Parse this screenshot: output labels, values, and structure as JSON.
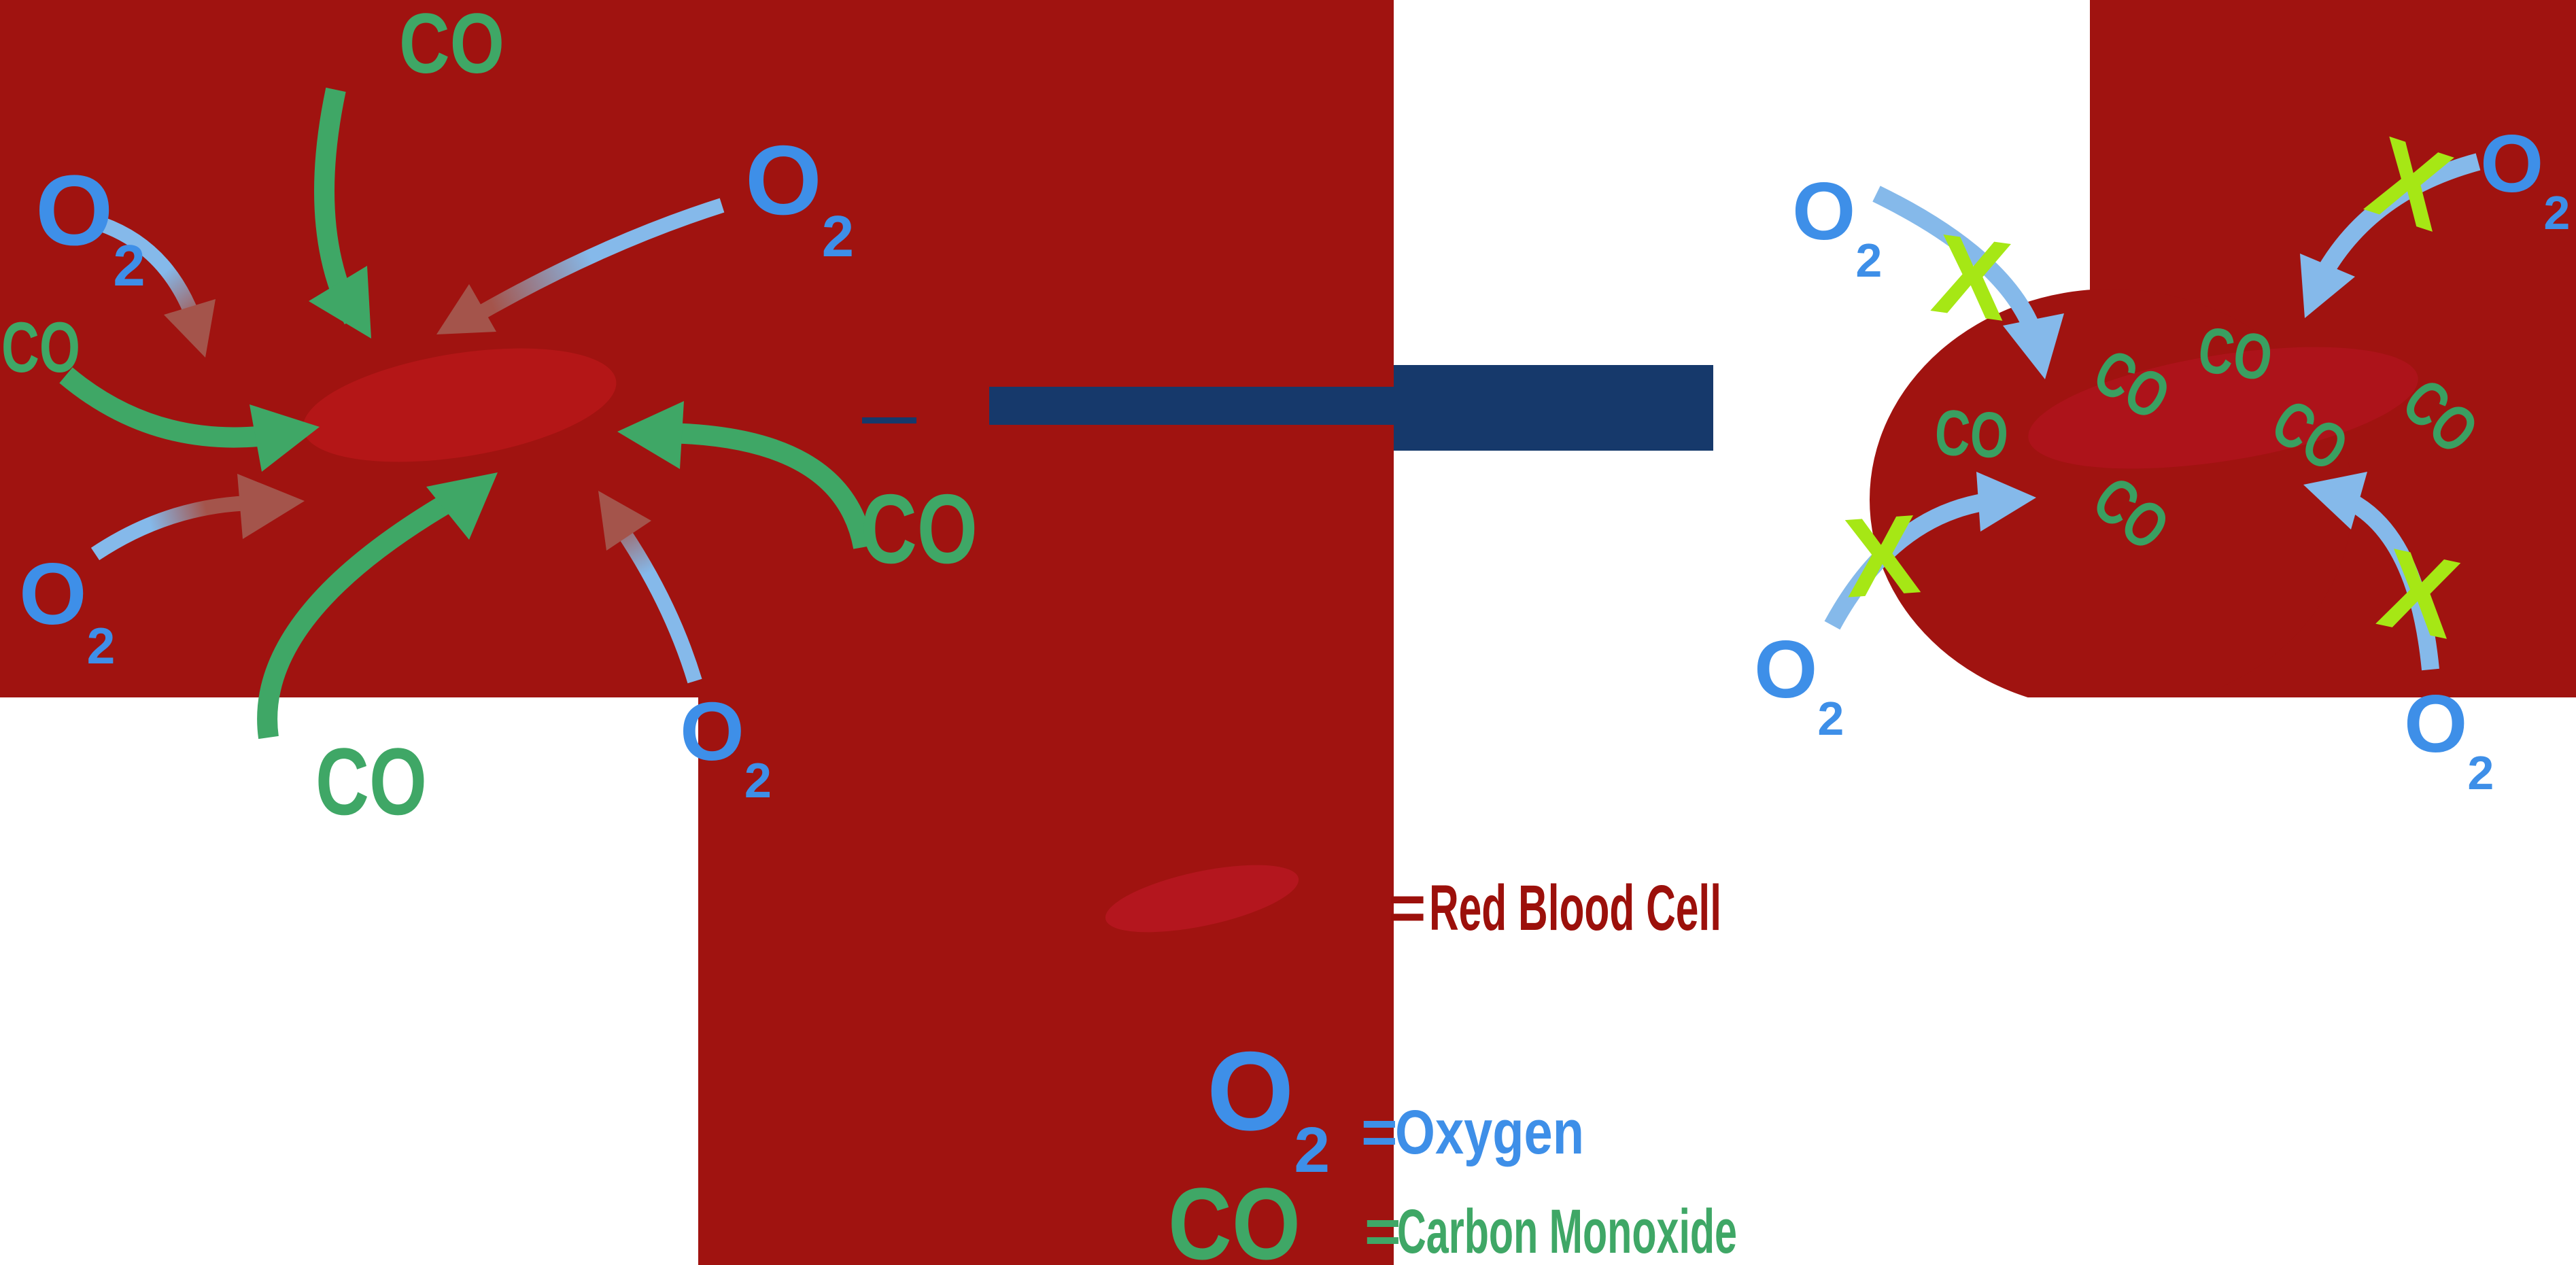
{
  "molecules": {
    "oxygen": {
      "symbol": "O",
      "subscript": "2"
    },
    "carbon_monoxide": {
      "symbol": "CO"
    },
    "blocked": {
      "mark": "X"
    }
  },
  "legend": {
    "red_blood_cell": {
      "equals": "=",
      "label": "Red Blood Cell"
    },
    "oxygen": {
      "equals": "=",
      "label": "Oxygen"
    },
    "carbon_monoxide": {
      "equals": "=",
      "label": "Carbon Monoxide"
    }
  },
  "colors": {
    "background_red": "#A01310",
    "red_blood_cell": "#B41617",
    "right_cell_red": "#AD131A",
    "legend_cell_red": "#B4161E",
    "maroon_text": "#9C100B",
    "oxygen_blue": "#3E8FE8",
    "arrow_light_blue": "#85B9EA",
    "faded_arrow_red": "#A4544B",
    "co_green": "#3FA766",
    "co_green_dark": "#3A9F61",
    "blocked_x_chartreuse": "#A6E715",
    "transfer_arrow_navy": "#16396B",
    "white": "#FFFFFF"
  }
}
